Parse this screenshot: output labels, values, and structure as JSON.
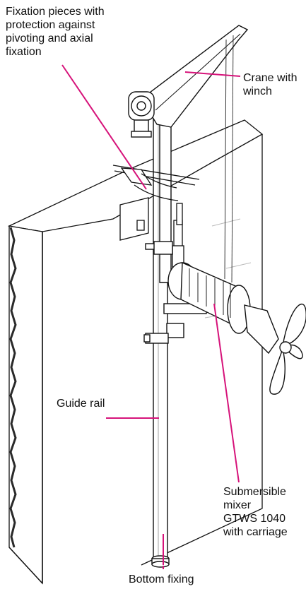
{
  "labels": {
    "fixation": "Fixation pieces with\nprotection against\npivoting and axial\nfixation",
    "crane": "Crane with\nwinch",
    "guide_rail": "Guide rail",
    "mixer": "Submersible\nmixer\nGTWS 1040\nwith carriage",
    "bottom": "Bottom fixing"
  },
  "colors": {
    "leader_line": "#d6137a",
    "outline": "#111111",
    "wall_edge": "#2a2a2a"
  }
}
